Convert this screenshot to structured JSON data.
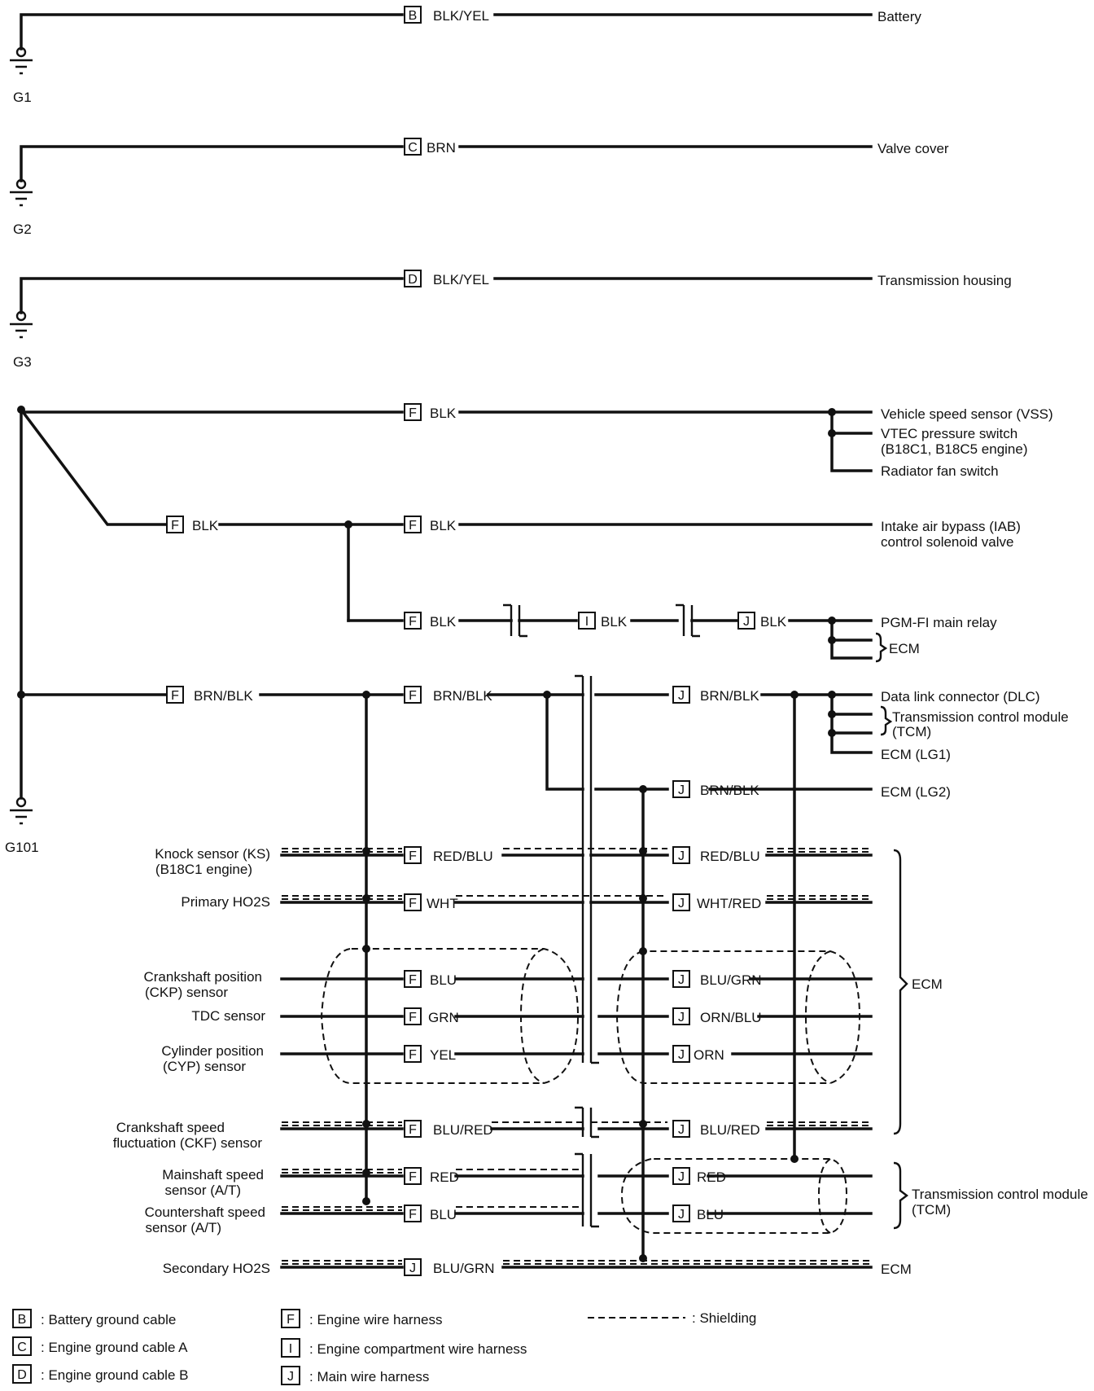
{
  "grounds": [
    {
      "id": "G1",
      "label": "G1",
      "connector": "B",
      "color": "BLK/YEL",
      "dest": "Battery"
    },
    {
      "id": "G2",
      "label": "G2",
      "connector": "C",
      "color": "BRN",
      "dest": "Valve cover"
    },
    {
      "id": "G3",
      "label": "G3",
      "connector": "D",
      "color": "BLK/YEL",
      "dest": "Transmission housing"
    }
  ],
  "g101": {
    "label": "G101",
    "r1": {
      "conn": "F",
      "color": "BLK",
      "dests": [
        "Vehicle speed sensor (VSS)",
        "VTEC pressure switch",
        "(B18C1, B18C5 engine)",
        "Radiator fan switch"
      ]
    },
    "r2": {
      "conn": "F",
      "color": "BLK",
      "conn2": "F",
      "color2": "BLK",
      "dest1": "Intake air bypass (IAB)",
      "dest2": "control solenoid valve"
    },
    "r3": {
      "conn1": "F",
      "color1": "BLK",
      "conn2": "I",
      "color2": "BLK",
      "conn3": "J",
      "color3": "BLK",
      "dest": "PGM-FI main relay",
      "ecm": "ECM"
    },
    "r4": {
      "conn1": "F",
      "color1": "BRN/BLK",
      "conn2": "F",
      "color2": "BRN/BLK",
      "conn3": "J",
      "color3": "BRN/BLK",
      "dest": "Data link connector (DLC)",
      "tcm1": "Transmission control module",
      "tcm2": "(TCM)",
      "lg1": "ECM (LG1)"
    },
    "r5": {
      "conn": "J",
      "color": "BRN/BLK",
      "dest": "ECM (LG2)"
    }
  },
  "sensors": [
    {
      "label1": "Knock sensor (KS)",
      "label2": "(B18C1 engine)",
      "fconn": "F",
      "fcolor": "RED/BLU",
      "jconn": "J",
      "jcolor": "RED/BLU"
    },
    {
      "label1": "Primary HO2S",
      "label2": "",
      "fconn": "F",
      "fcolor": "WHT",
      "jconn": "J",
      "jcolor": "WHT/RED"
    },
    {
      "label1": "Crankshaft position",
      "label2": "(CKP) sensor",
      "fconn": "F",
      "fcolor": "BLU",
      "jconn": "J",
      "jcolor": "BLU/GRN"
    },
    {
      "label1": "TDC sensor",
      "label2": "",
      "fconn": "F",
      "fcolor": "GRN",
      "jconn": "J",
      "jcolor": "ORN/BLU"
    },
    {
      "label1": "Cylinder position",
      "label2": "(CYP) sensor",
      "fconn": "F",
      "fcolor": "YEL",
      "jconn": "J",
      "jcolor": "ORN"
    },
    {
      "label1": "Crankshaft speed",
      "label2": "fluctuation (CKF) sensor",
      "fconn": "F",
      "fcolor": "BLU/RED",
      "jconn": "J",
      "jcolor": "BLU/RED"
    },
    {
      "label1": "Mainshaft speed",
      "label2": "sensor (A/T)",
      "fconn": "F",
      "fcolor": "RED",
      "jconn": "J",
      "jcolor": "RED"
    },
    {
      "label1": "Countershaft speed",
      "label2": "sensor (A/T)",
      "fconn": "F",
      "fcolor": "BLU",
      "jconn": "J",
      "jcolor": "BLU"
    }
  ],
  "secondary": {
    "label": "Secondary HO2S",
    "conn": "J",
    "color": "BLU/GRN",
    "dest": "ECM"
  },
  "groups": {
    "ecm": "ECM",
    "tcm1": "Transmission control module",
    "tcm2": "(TCM)"
  },
  "legend": {
    "items": [
      {
        "code": "B",
        "text": ": Battery ground cable"
      },
      {
        "code": "C",
        "text": ": Engine ground cable A"
      },
      {
        "code": "D",
        "text": ": Engine ground cable B"
      },
      {
        "code": "F",
        "text": ": Engine wire harness"
      },
      {
        "code": "I",
        "text": ": Engine compartment wire harness"
      },
      {
        "code": "J",
        "text": ": Main wire harness"
      }
    ],
    "shielding": ": Shielding"
  }
}
